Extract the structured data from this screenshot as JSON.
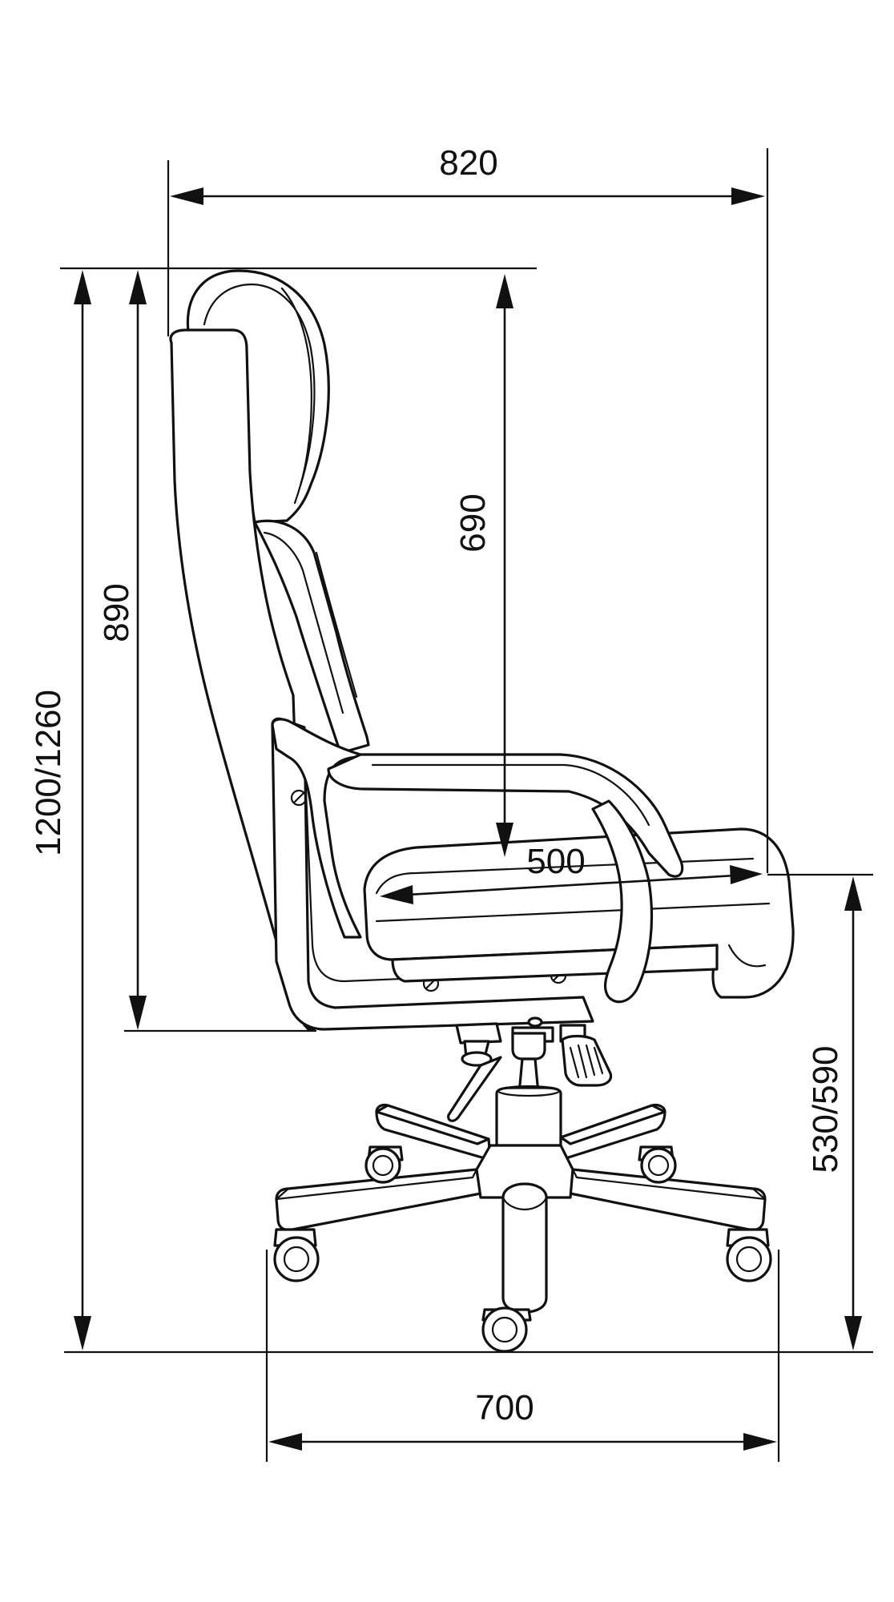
{
  "drawing": {
    "line_color": "#111111",
    "background": "#ffffff"
  },
  "dimensions": {
    "overall_depth": "820",
    "overall_height": "1200/1260",
    "backrest_height": "890",
    "backrest_to_seat": "690",
    "seat_depth": "500",
    "seat_height": "530/590",
    "base_width": "700"
  }
}
